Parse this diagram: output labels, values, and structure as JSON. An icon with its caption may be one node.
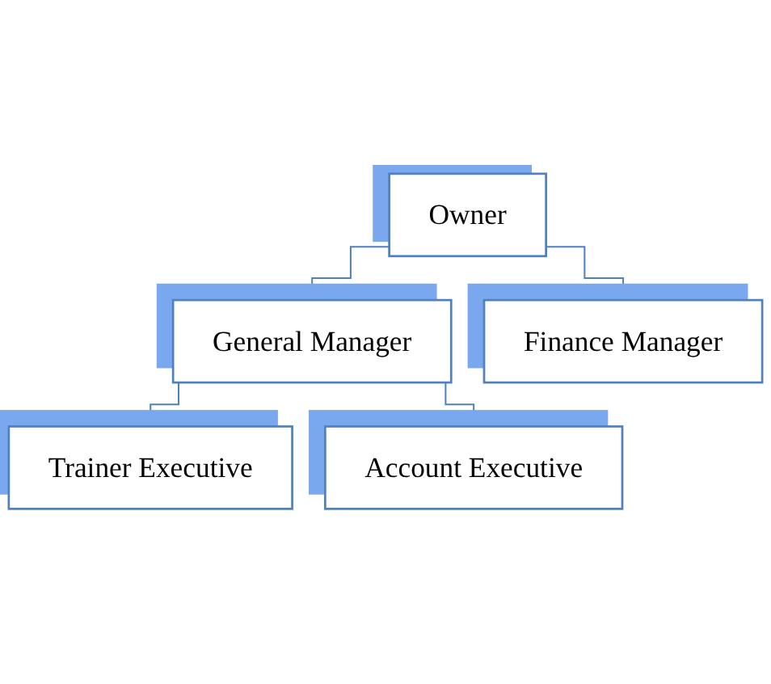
{
  "diagram": {
    "nodes": [
      {
        "text": [
          "Owner"
        ]
      },
      {
        "text": [
          "General Manager"
        ]
      },
      {
        "text": [
          "Finance Manager"
        ]
      },
      {
        "text": [
          "Trainer Executive"
        ]
      },
      {
        "text": [
          "Account Executive"
        ]
      }
    ],
    "edges": [
      {
        "from": 0,
        "to": 1,
        "arrow": "none"
      },
      {
        "from": 0,
        "to": 2,
        "arrow": "none"
      },
      {
        "from": 1,
        "to": 3,
        "arrow": "none"
      },
      {
        "from": 1,
        "to": 4,
        "arrow": "none"
      }
    ]
  }
}
